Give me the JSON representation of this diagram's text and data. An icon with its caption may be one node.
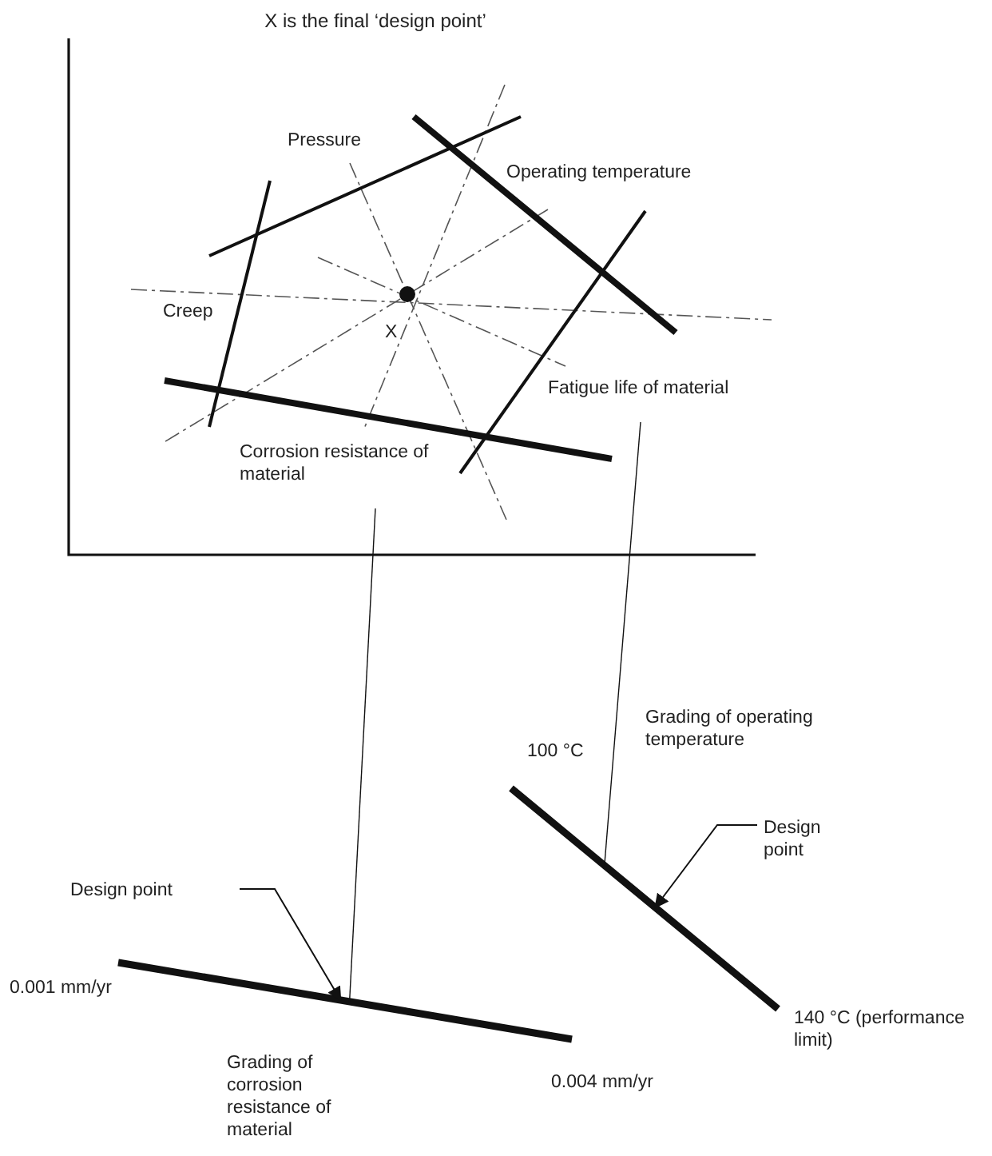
{
  "diagram": {
    "title": "X is the final ‘design point’",
    "nodes": [
      {
        "text": [],
        "shape": "bar",
        "beside": [
          "0.001 mm/yr",
          "Grading of corrosion resistance of material",
          "0.004 mm/yr"
        ]
      },
      {
        "text": [],
        "shape": "bar",
        "beside": [
          "Grading of operating temperature",
          "100 °C",
          "140 °C (performance limit)"
        ]
      },
      {
        "text": [
          "Design point"
        ]
      },
      {
        "text": [
          "Design point"
        ]
      }
    ],
    "edges": [
      {
        "from": null,
        "to": 0,
        "arrow": "none"
      },
      {
        "from": null,
        "to": 1,
        "arrow": "none"
      },
      {
        "from": 2,
        "to": 0,
        "arrow": "to"
      },
      {
        "from": 3,
        "to": 1,
        "arrow": "to"
      }
    ],
    "labels": [
      "Pressure",
      "Operating temperature",
      "Creep",
      "X",
      "Fatigue life of material",
      "Corrosion resistance of material"
    ]
  }
}
